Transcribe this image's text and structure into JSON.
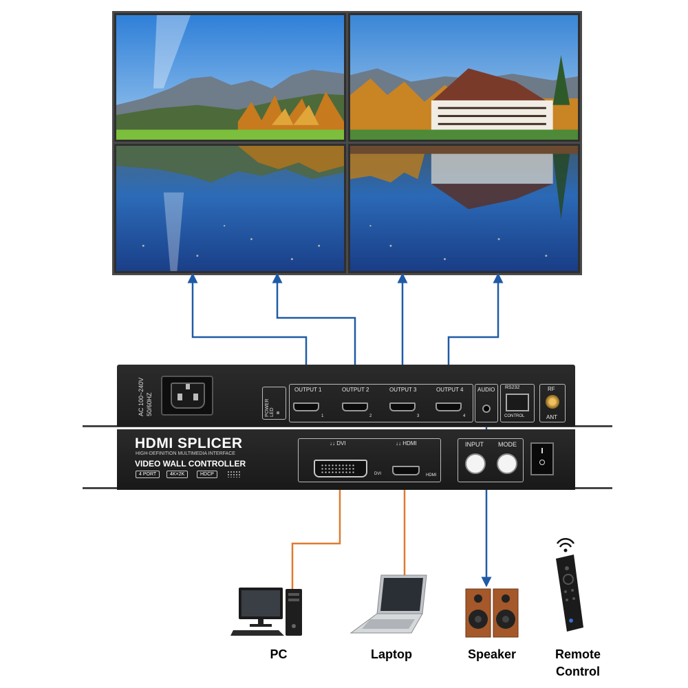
{
  "device": {
    "rear": {
      "power_rating": "AC 100~240V",
      "frequency": "50/60HZ",
      "power_led": "POWER LED",
      "outputs": [
        {
          "label": "OUTPUT 1",
          "num": "1"
        },
        {
          "label": "OUTPUT 2",
          "num": "2"
        },
        {
          "label": "OUTPUT 3",
          "num": "3"
        },
        {
          "label": "OUTPUT 4",
          "num": "4"
        }
      ],
      "audio": "AUDIO",
      "rs232": "RS232",
      "control": "CONTROL",
      "rf": "RF",
      "ant": "ANT"
    },
    "front": {
      "brand": "HDMI SPLICER",
      "brand_sub": "HIGH-DEFINITION MULTIMEDIA INTERFACE",
      "product": "VIDEO WALL CONTROLLER",
      "badges": [
        "4 PORT",
        "4K×2K",
        "HDCP"
      ],
      "dvi_label": "DVI",
      "hdmi_label": "HDMI",
      "dvi_small": "DVI",
      "hdmi_small": "HDMI",
      "input_label": "INPUT",
      "mode_label": "MODE"
    }
  },
  "peripherals": {
    "pc": "PC",
    "laptop": "Laptop",
    "speaker": "Speaker",
    "remote_line1": "Remote",
    "remote_line2": "Control"
  },
  "colors": {
    "output_cable": "#1f5aa6",
    "input_cable": "#e07a2e",
    "audio_cable": "#1f5aa6"
  }
}
